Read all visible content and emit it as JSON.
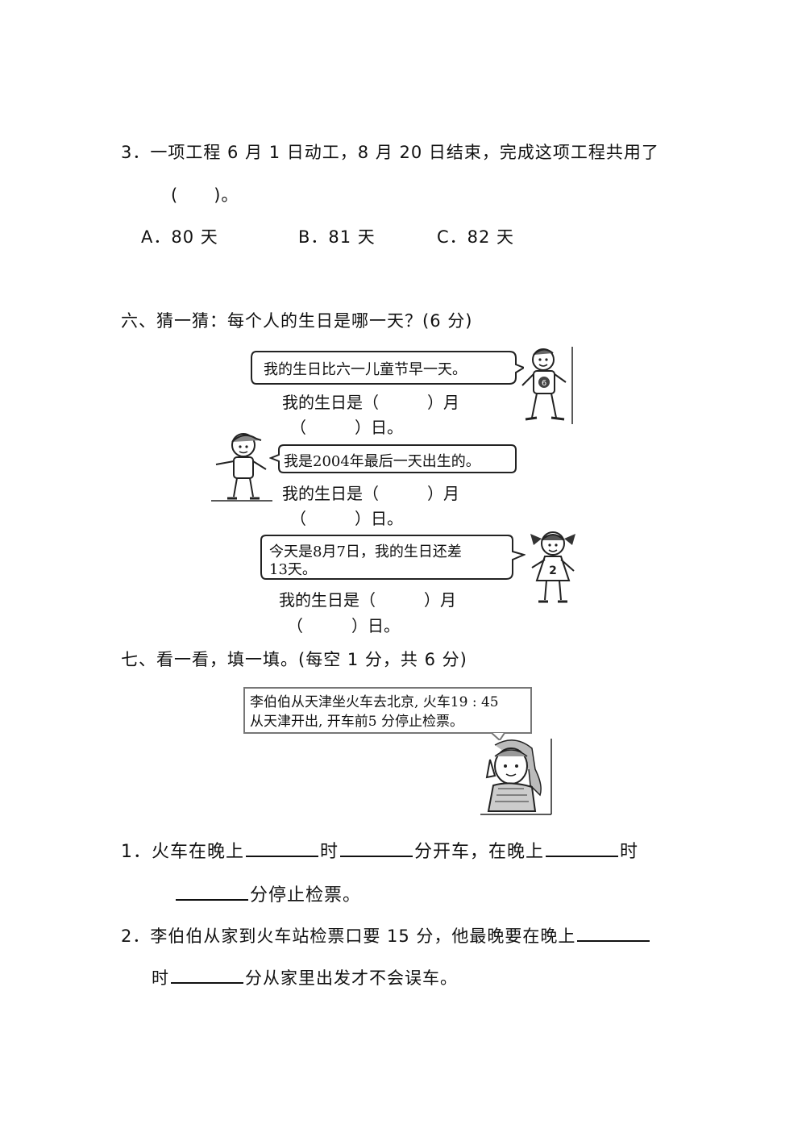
{
  "q3": {
    "text": "3．一项工程 6 月 1 日动工，8 月 20 日结束，完成这项工程共用了",
    "paren": "(　　)。",
    "options": [
      "A．80 天",
      "B．81 天",
      "C．82 天"
    ]
  },
  "section6": {
    "title": "六、猜一猜：每个人的生日是哪一天？(6 分)",
    "kids": [
      {
        "speech": "我的生日比六一儿童节早一天。",
        "line1": "我的生日是（　　　）月",
        "line2": "（　　　）日。",
        "badge": "6"
      },
      {
        "speech": "我是2004年最后一天出生的。",
        "line1": "我的生日是（　　　）月",
        "line2": "（　　　）日。"
      },
      {
        "speech_l1": "今天是8月7日，我的生日还差",
        "speech_l2": "13天。",
        "line1": "我的生日是（　　　）月",
        "line2": "（　　　）日。",
        "badge": "2"
      }
    ]
  },
  "section7": {
    "title": "七、看一看，填一填。(每空 1 分，共 6 分)",
    "bubble_l1": "李伯伯从天津坐火车去北京, 火车19 : 45",
    "bubble_l2": "从天津开出, 开车前5 分停止检票。",
    "q1": {
      "num": "1．",
      "a": "火车在晚上",
      "b": "时",
      "c": "分开车，在晚上",
      "d": "时",
      "e": "分停止检票。"
    },
    "q2": {
      "a": "2．李伯伯从家到火车站检票口要 15 分，他最晚要在晚上",
      "b": "时",
      "c": "分从家里出发才不会误车。"
    }
  }
}
